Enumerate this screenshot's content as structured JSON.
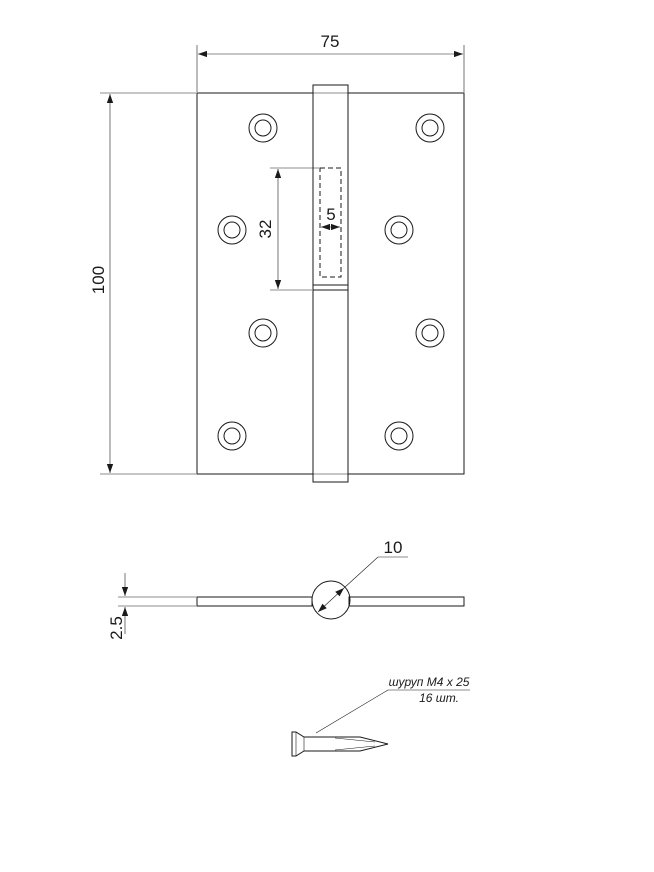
{
  "dimensions": {
    "width": "75",
    "height": "100",
    "pin_length": "32",
    "pin_diameter": "5",
    "knuckle_diameter": "10",
    "leaf_thickness": "2.5"
  },
  "screw_note": {
    "line1": "шуруп М4 х 25",
    "line2": "16 шт."
  }
}
